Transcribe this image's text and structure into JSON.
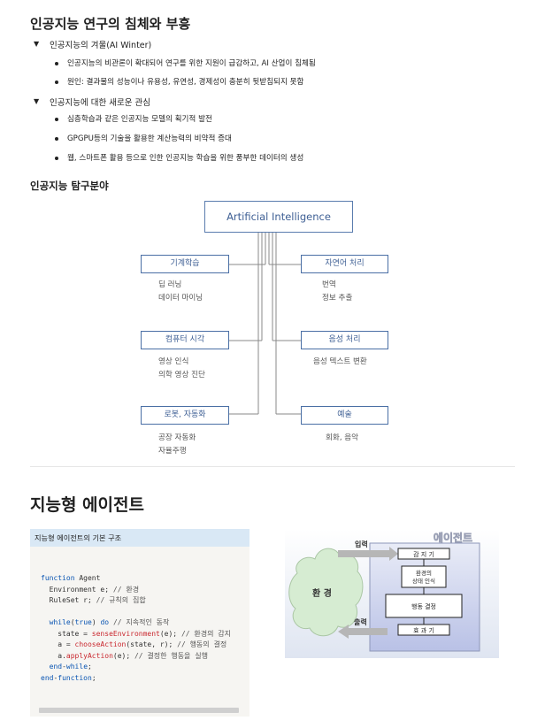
{
  "section1": {
    "title": "인공지능 연구의 침체와 부흥",
    "groups": [
      {
        "label": "인공지능의 겨울(AI Winter)",
        "items": [
          "인공지능의 비관론이 확대되어 연구를 위한 지원이 급감하고, AI 산업이 침체됨",
          "원인: 결과물의 성능이나 유용성, 유연성, 경제성이 충분히 뒷받침되지 못함"
        ]
      },
      {
        "label": "인공지능에 대한 새로운 관심",
        "items": [
          "심층학습과 같은 인공지능 모델의 획기적 발전",
          "GPGPU등의 기술을 활용한 계산능력의 비약적 증대",
          "웹, 스마트폰 활용 등으로 인한 인공지능 학습을 위한 풍부한 데이터의 생성"
        ]
      }
    ]
  },
  "section2": {
    "title": "인공지능 탐구분야",
    "root": "Artificial Intelligence",
    "left": [
      {
        "label": "기계학습",
        "sub": "딥 러닝\n데이터 마이닝"
      },
      {
        "label": "컴퓨터 시각",
        "sub": "영상 인식\n의학 영상 진단"
      },
      {
        "label": "로봇, 자동화",
        "sub": "공장 자동화\n자율주행"
      }
    ],
    "right": [
      {
        "label": "자연어 처리",
        "sub": "번역\n정보 추출"
      },
      {
        "label": "음성 처리",
        "sub": "음성 텍스트 변환"
      },
      {
        "label": "예술",
        "sub": "회화, 음악"
      }
    ]
  },
  "section3": {
    "title": "지능형 에이전트",
    "code_title": "지능형 에이전트의 기본 구조",
    "code_lines": [
      [
        {
          "t": "function",
          "c": "kw"
        },
        {
          "t": " Agent",
          "c": ""
        }
      ],
      [
        {
          "t": "  Environment e; ",
          "c": ""
        },
        {
          "t": "// 환경",
          "c": "cm"
        }
      ],
      [
        {
          "t": "  RuleSet r; ",
          "c": ""
        },
        {
          "t": "// 규칙의 집합",
          "c": "cm"
        }
      ],
      [
        {
          "t": "",
          "c": ""
        }
      ],
      [
        {
          "t": "  ",
          "c": ""
        },
        {
          "t": "while",
          "c": "kw"
        },
        {
          "t": "(",
          "c": ""
        },
        {
          "t": "true",
          "c": "kw"
        },
        {
          "t": ") ",
          "c": ""
        },
        {
          "t": "do",
          "c": "kw"
        },
        {
          "t": " ",
          "c": ""
        },
        {
          "t": "// 지속적인 동작",
          "c": "cm"
        }
      ],
      [
        {
          "t": "    state = ",
          "c": ""
        },
        {
          "t": "senseEnvironment",
          "c": "fn"
        },
        {
          "t": "(e); ",
          "c": ""
        },
        {
          "t": "// 환경의 감지",
          "c": "cm"
        }
      ],
      [
        {
          "t": "    a = ",
          "c": ""
        },
        {
          "t": "chooseAction",
          "c": "fn"
        },
        {
          "t": "(state, r); ",
          "c": ""
        },
        {
          "t": "// 행동의 결정",
          "c": "cm"
        }
      ],
      [
        {
          "t": "    a.",
          "c": ""
        },
        {
          "t": "applyAction",
          "c": "fn"
        },
        {
          "t": "(e); ",
          "c": ""
        },
        {
          "t": "// 결정한 행동을 실행",
          "c": "cm"
        }
      ],
      [
        {
          "t": "  end",
          "c": "kw"
        },
        {
          "t": "-",
          "c": ""
        },
        {
          "t": "while",
          "c": "kw"
        },
        {
          "t": ";",
          "c": ""
        }
      ],
      [
        {
          "t": "end",
          "c": "kw"
        },
        {
          "t": "-",
          "c": ""
        },
        {
          "t": "function",
          "c": "kw"
        },
        {
          "t": ";",
          "c": ""
        }
      ]
    ],
    "agent_diagram": {
      "title": "에이전트",
      "environment": "환 경",
      "input": "입력",
      "output": "출력",
      "sense": "감 지 기",
      "state": "환경의\n상태 인식",
      "decide": "행동 결정",
      "effector": "효 과 기"
    }
  },
  "colors": {
    "node_border": "#4a6fa5",
    "node_text": "#3e5f94",
    "code_keyword": "#0b56b3",
    "code_function": "#c9272e"
  }
}
